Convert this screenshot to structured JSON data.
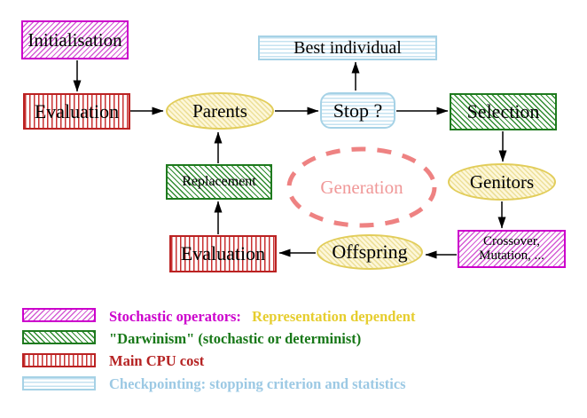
{
  "flowchart": {
    "nodes": {
      "initialisation": {
        "label": "Initialisation"
      },
      "evaluation_top": {
        "label": "Evaluation"
      },
      "parents": {
        "label": "Parents"
      },
      "best_individual": {
        "label": "Best individual"
      },
      "stop": {
        "label": "Stop ?"
      },
      "selection": {
        "label": "Selection"
      },
      "genitors": {
        "label": "Genitors"
      },
      "crossover_mutation": {
        "line1": "Crossover,",
        "line2": "Mutation, ..."
      },
      "offspring": {
        "label": "Offspring"
      },
      "evaluation_bottom": {
        "label": "Evaluation"
      },
      "replacement": {
        "label": "Replacement"
      },
      "generation": {
        "label": "Generation"
      }
    },
    "edges": [
      {
        "from": "initialisation",
        "to": "evaluation_top"
      },
      {
        "from": "evaluation_top",
        "to": "parents"
      },
      {
        "from": "parents",
        "to": "stop"
      },
      {
        "from": "stop",
        "to": "best_individual"
      },
      {
        "from": "stop",
        "to": "selection"
      },
      {
        "from": "selection",
        "to": "genitors"
      },
      {
        "from": "genitors",
        "to": "crossover_mutation"
      },
      {
        "from": "crossover_mutation",
        "to": "offspring"
      },
      {
        "from": "offspring",
        "to": "evaluation_bottom"
      },
      {
        "from": "evaluation_bottom",
        "to": "replacement"
      },
      {
        "from": "replacement",
        "to": "parents"
      }
    ]
  },
  "legend": {
    "rows": [
      {
        "swatch": "magenta-hatch",
        "label": "Stochastic operators:",
        "label2": "Representation dependent"
      },
      {
        "swatch": "green-hatch",
        "label": "\"Darwinism\" (stochastic or determinist)"
      },
      {
        "swatch": "red-stripes",
        "label": "Main CPU cost"
      },
      {
        "swatch": "cyan-stripes",
        "label": "Checkpointing: stopping criterion and statistics"
      }
    ]
  },
  "colors": {
    "magenta": "#cc00cc",
    "green": "#1e7a1e",
    "red": "#bb2222",
    "cyan": "#a6d2e6",
    "yellow_border": "#e2cd5a",
    "legend_yellow_text": "#e6cd2e",
    "legend_cyan_text": "#9cc9e4",
    "generation_salmon": "#ee8282",
    "arrow_black": "#000000",
    "background": "#ffffff"
  }
}
